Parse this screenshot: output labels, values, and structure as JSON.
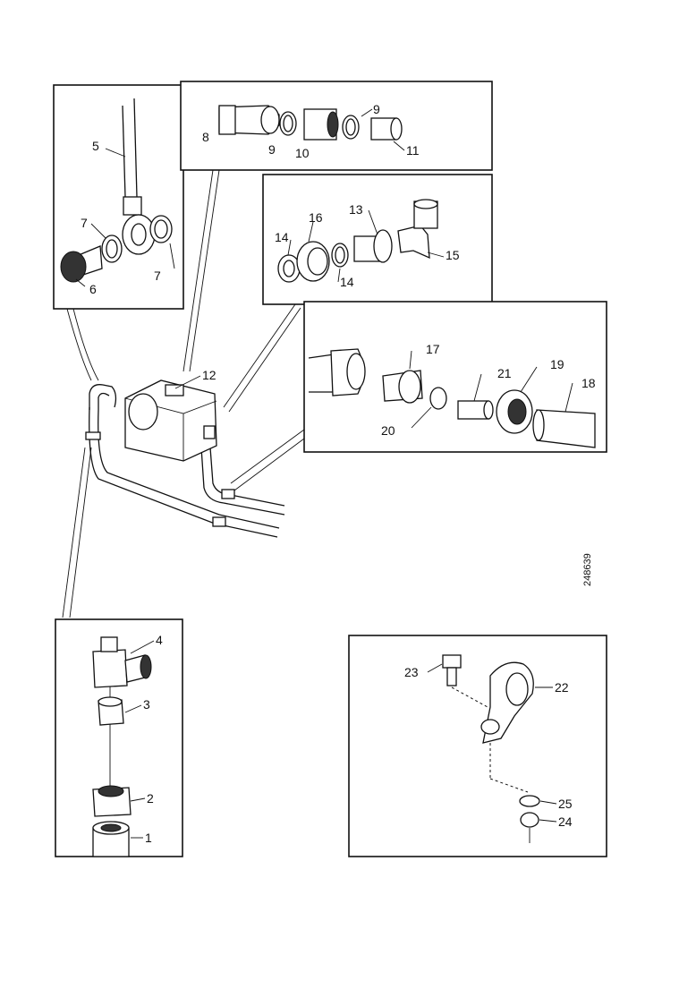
{
  "diagram": {
    "drawing_code": "248639",
    "callouts": {
      "c1": "1",
      "c2": "2",
      "c3": "3",
      "c4": "4",
      "c5": "5",
      "c6": "6",
      "c7a": "7",
      "c7b": "7",
      "c8": "8",
      "c9a": "9",
      "c9b": "9",
      "c10": "10",
      "c11": "11",
      "c12": "12",
      "c13": "13",
      "c14a": "14",
      "c14b": "14",
      "c15": "15",
      "c16": "16",
      "c17": "17",
      "c18": "18",
      "c19": "19",
      "c20": "20",
      "c21": "21",
      "c22": "22",
      "c23": "23",
      "c24": "24",
      "c25": "25"
    }
  }
}
